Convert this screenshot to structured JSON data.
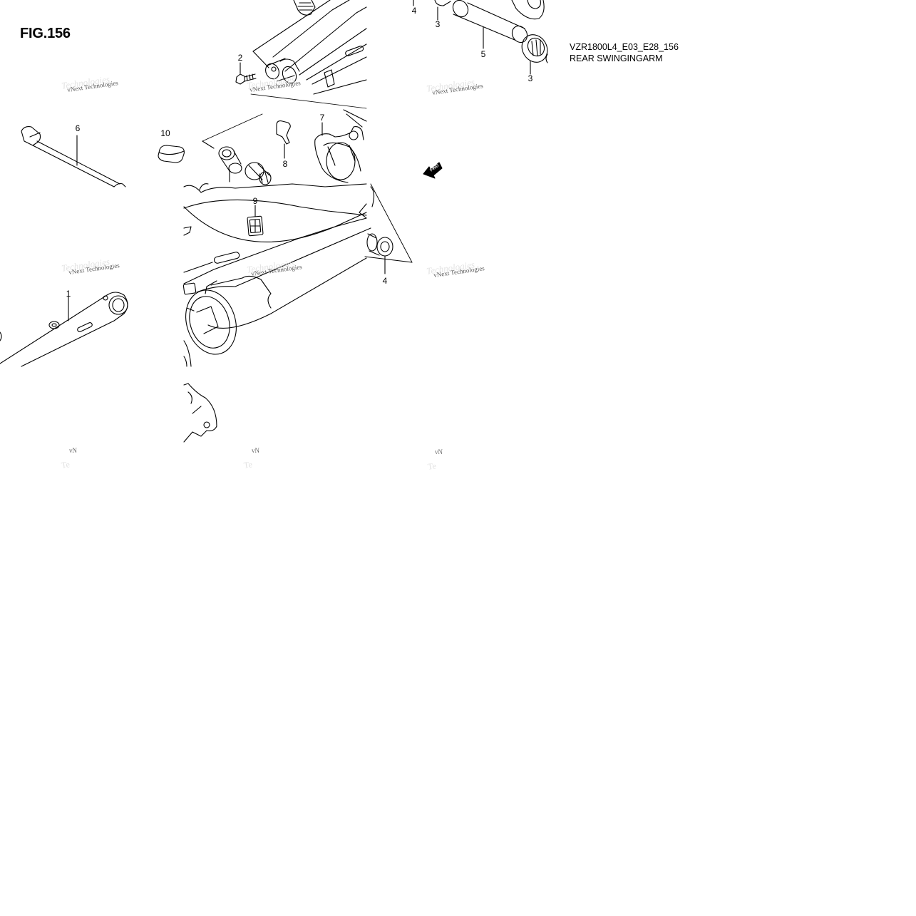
{
  "figure": {
    "title": "FIG.156",
    "model_code": "VZR1800L4_E03_E28_156",
    "section_title": "REAR SWINGINGARM"
  },
  "callouts": [
    "1",
    "2",
    "3",
    "3",
    "4",
    "4",
    "5",
    "6",
    "7",
    "8",
    "9",
    "10"
  ],
  "direction_marker": "FWD",
  "watermark": {
    "text": "vNext Technologies",
    "ghost_text": "Technologies",
    "cut_text": "vN",
    "cut_ghost_text": "Te"
  },
  "colors": {
    "line": "#000000",
    "background": "#ffffff",
    "watermark": "#555555"
  }
}
